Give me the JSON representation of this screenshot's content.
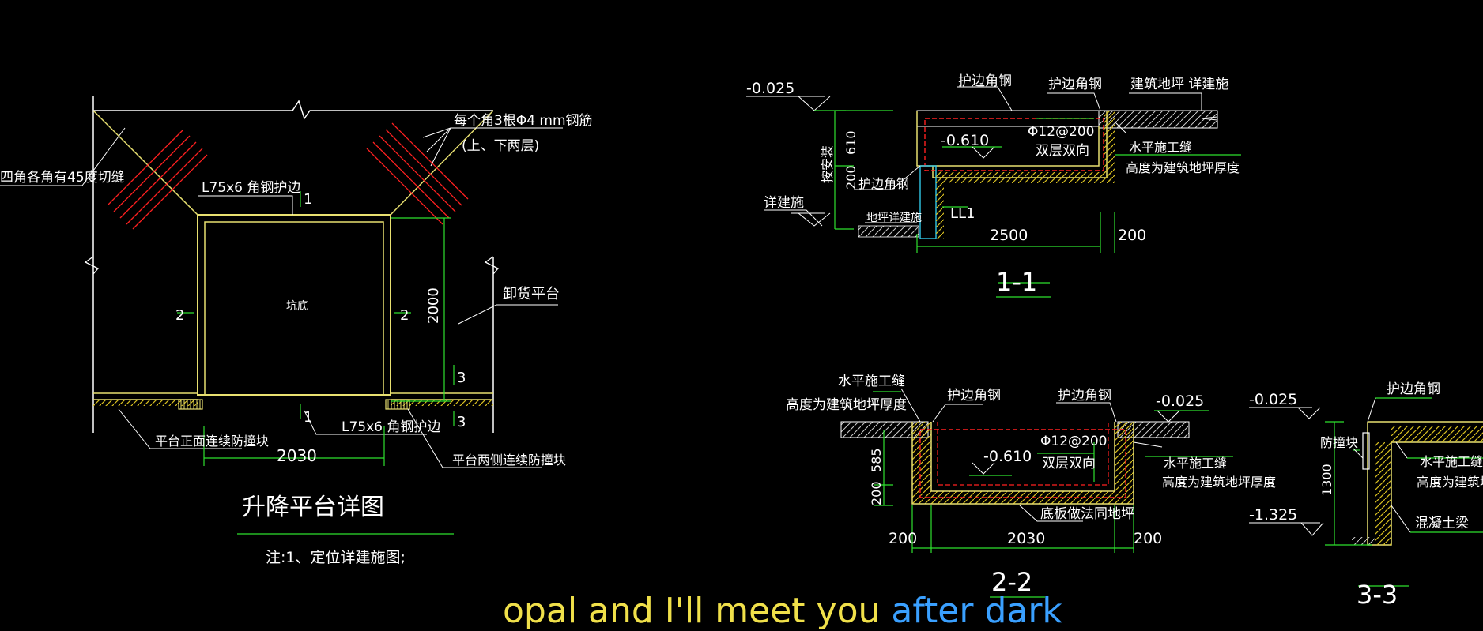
{
  "drawing": {
    "left_detail": {
      "chamfer_note": "四角各角有45度切缝",
      "rebar_note": "每个角3根Φ4 mm钢筋",
      "rebar_layers": "(上、下两层)",
      "angle_edge_top": "L75x6 角钢护边",
      "angle_edge_bottom": "L75x6 角钢护边",
      "pit_bottom": "坑底",
      "loading_platform": "卸货平台",
      "dim_height": "2000",
      "dim_width": "2030",
      "front_bumper": "平台正面连续防撞块",
      "side_bumper": "平台两侧连续防撞块",
      "sec_1_top": "1",
      "sec_1_bottom": "1",
      "sec_2_left": "2",
      "sec_2_right": "2",
      "sec_3_top": "3",
      "sec_3_bottom": "3",
      "title": "升降平台详图",
      "note": "注:1、定位详建施图;"
    },
    "section_1_1": {
      "level_top": "-0.025",
      "angle_1": "护边角钢",
      "angle_2": "护边角钢",
      "floor_note": "建筑地坪 详建施",
      "rebar": "Φ12@200",
      "rebar_dir": "双层双向",
      "level_pit": "-0.610",
      "joint": "水平施工缝",
      "joint_note": "高度为建筑地坪厚度",
      "angle_3": "护边角钢",
      "dim_610": "610",
      "dim_200": "200",
      "by_install": "按安装",
      "detail_ref": "详建施",
      "floor_detail": "地坪详建施",
      "beam": "LL1",
      "dim_2500": "2500",
      "dim_200b": "200",
      "title": "1-1"
    },
    "section_2_2": {
      "joint": "水平施工缝",
      "joint_note": "高度为建筑地坪厚度",
      "angle_1": "护边角钢",
      "angle_2": "护边角钢",
      "level_top": "-0.025",
      "rebar": "Φ12@200",
      "rebar_dir": "双层双向",
      "level_pit": "-0.610",
      "joint_r": "水平施工缝",
      "joint_note_r": "高度为建筑地坪厚度",
      "dim_585": "585",
      "dim_200v": "200",
      "slab_note": "底板做法同地坪",
      "dim_200l": "200",
      "dim_2030": "2030",
      "dim_200r": "200",
      "title": "2-2"
    },
    "section_3_3": {
      "level_top": "-0.025",
      "angle": "护边角钢",
      "bumper": "防撞块",
      "joint": "水平施工缝",
      "joint_note": "高度为建筑地坪",
      "dim_1300": "1300",
      "level_bottom": "-1.325",
      "beam": "混凝土梁",
      "title": "3-3"
    }
  },
  "caption": {
    "part1": "opal and I'll meet you ",
    "part2": "after dark"
  },
  "colors": {
    "background": "#000000",
    "text": "#ffffff",
    "outline_yellow": "#e8e070",
    "dimension_green": "#2ee02e",
    "rebar_red": "#ff2020",
    "hatch_yellow": "#d8c020",
    "column_cyan": "#30c8e8",
    "caption_yellow": "#f0e04a",
    "caption_blue": "#3aa0ff"
  }
}
